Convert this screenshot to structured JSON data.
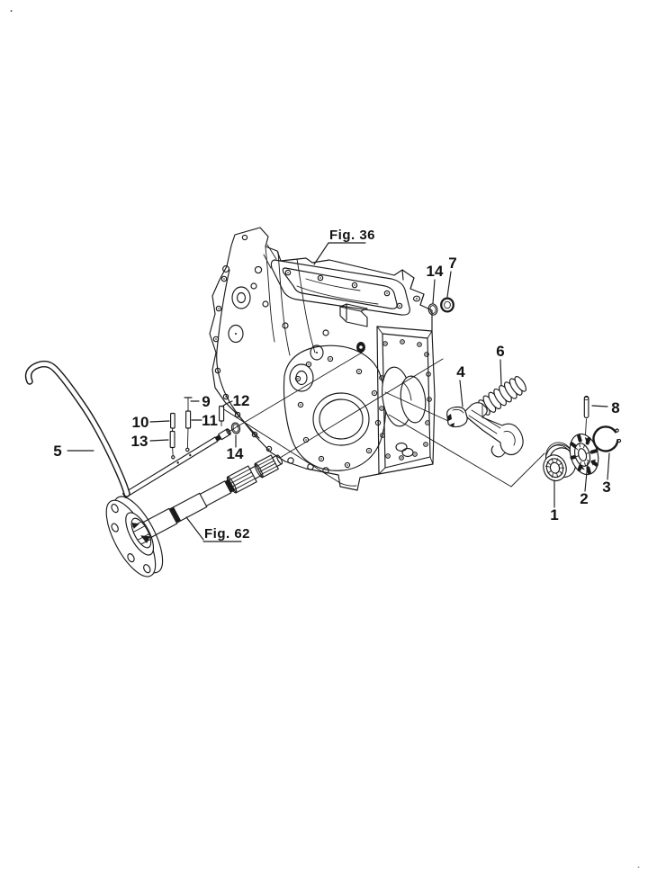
{
  "drawing": {
    "background": "#ffffff",
    "ink_color": "#1a1a1a",
    "corner_marks": {
      "top_left": ".",
      "bottom_right": "."
    },
    "figure_references": [
      {
        "label": "Fig. 36"
      },
      {
        "label": "Fig. 62"
      }
    ],
    "callouts": [
      {
        "number": "1"
      },
      {
        "number": "2"
      },
      {
        "number": "3"
      },
      {
        "number": "4"
      },
      {
        "number": "5"
      },
      {
        "number": "6"
      },
      {
        "number": "7"
      },
      {
        "number": "8"
      },
      {
        "number": "9"
      },
      {
        "number": "10"
      },
      {
        "number": "11"
      },
      {
        "number": "12"
      },
      {
        "number": "13"
      },
      {
        "number": "14"
      },
      {
        "number": "14"
      }
    ]
  }
}
